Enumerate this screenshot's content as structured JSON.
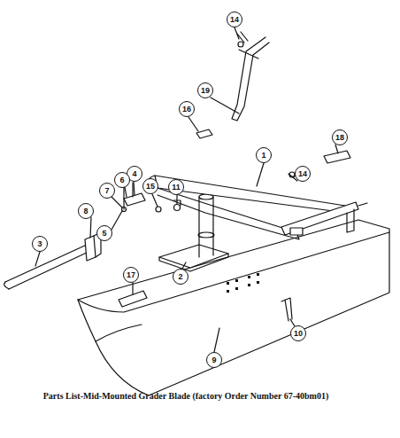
{
  "diagram": {
    "caption": "Parts List-Mid-Mounted Grader Blade (factory Order Number 67-40bm01)",
    "nodes": [
      {
        "text": [
          "14"
        ]
      },
      {
        "text": [
          "19"
        ]
      },
      {
        "text": [
          "16"
        ]
      },
      {
        "text": [
          "18"
        ]
      },
      {
        "text": [
          "1"
        ]
      },
      {
        "text": [
          "14"
        ]
      },
      {
        "text": [
          "4"
        ]
      },
      {
        "text": [
          "6"
        ]
      },
      {
        "text": [
          "7"
        ]
      },
      {
        "text": [
          "15"
        ]
      },
      {
        "text": [
          "11"
        ]
      },
      {
        "text": [
          "8"
        ]
      },
      {
        "text": [
          "5"
        ]
      },
      {
        "text": [
          "3"
        ]
      },
      {
        "text": [
          "17"
        ]
      },
      {
        "text": [
          "2"
        ]
      },
      {
        "text": [
          "10"
        ]
      },
      {
        "text": [
          "9"
        ]
      }
    ]
  }
}
